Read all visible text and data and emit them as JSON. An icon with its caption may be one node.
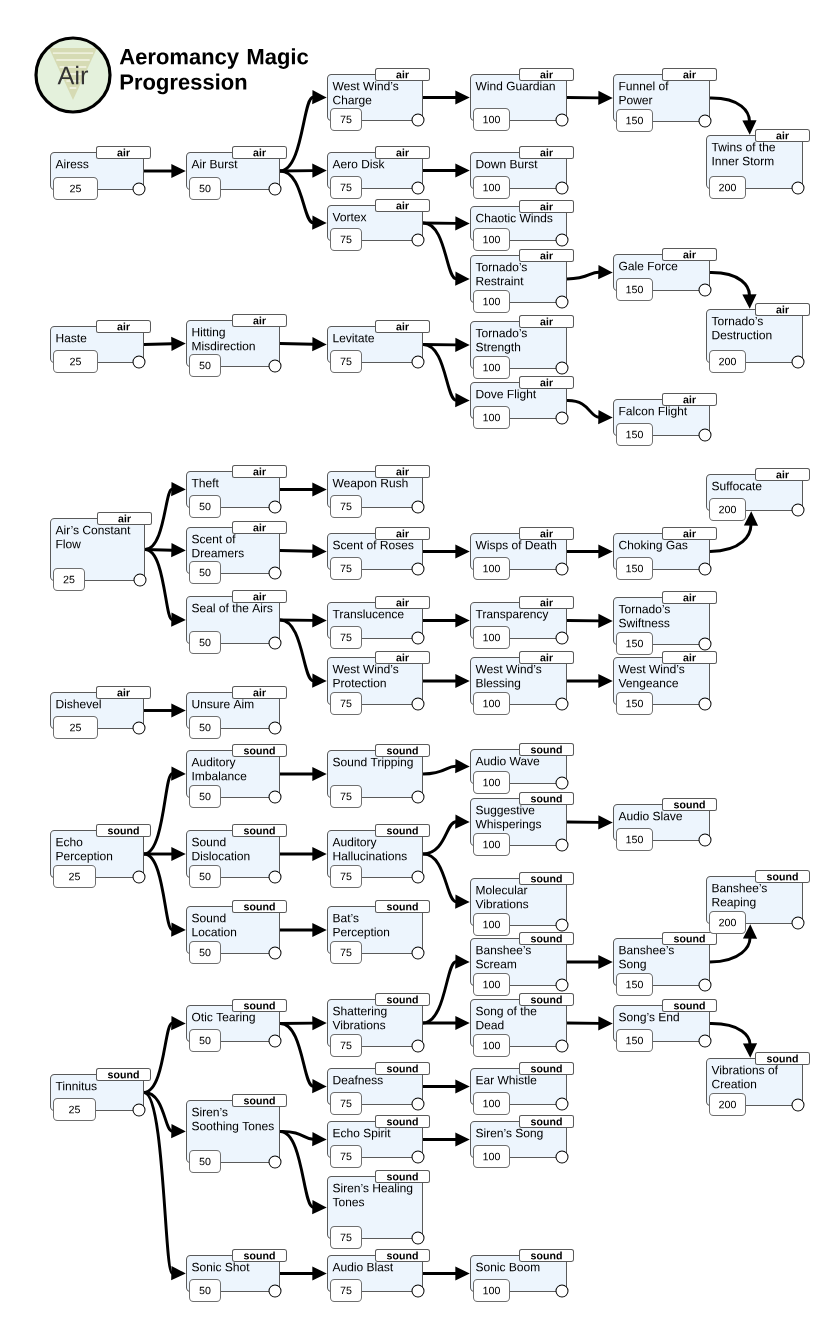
{
  "diagram": {
    "title": "Aeromancy Magic Progression",
    "nodes": [
      {
        "text": [
          "Air"
        ]
      },
      {
        "text": [
          "air",
          "Airess",
          "25"
        ]
      },
      {
        "text": [
          "air",
          "Air Burst",
          "50"
        ]
      },
      {
        "text": [
          "air",
          "West Wind’s Charge",
          "75"
        ]
      },
      {
        "text": [
          "air",
          "Aero Disk",
          "75"
        ]
      },
      {
        "text": [
          "air",
          "Vortex",
          "75"
        ]
      },
      {
        "text": [
          "air",
          "Wind Guardian",
          "100"
        ]
      },
      {
        "text": [
          "air",
          "Down Burst",
          "100"
        ]
      },
      {
        "text": [
          "air",
          "Chaotic Winds",
          "100"
        ]
      },
      {
        "text": [
          "air",
          "Tornado’s Restraint",
          "100"
        ]
      },
      {
        "text": [
          "air",
          "Funnel of Power",
          "150"
        ]
      },
      {
        "text": [
          "air",
          "Twins of the Inner Storm",
          "200"
        ]
      },
      {
        "text": [
          "air",
          "Gale Force",
          "150"
        ]
      },
      {
        "text": [
          "air",
          "Tornado’s Destruction",
          "200"
        ]
      },
      {
        "text": [
          "air",
          "Haste",
          "25"
        ]
      },
      {
        "text": [
          "air",
          "Hitting Misdirection",
          "50"
        ]
      },
      {
        "text": [
          "air",
          "Levitate",
          "75"
        ]
      },
      {
        "text": [
          "air",
          "Tornado’s Strength",
          "100"
        ]
      },
      {
        "text": [
          "air",
          "Dove Flight",
          "100"
        ]
      },
      {
        "text": [
          "air",
          "Falcon Flight",
          "150"
        ]
      },
      {
        "text": [
          "air",
          "Air’s Constant Flow",
          "25"
        ]
      },
      {
        "text": [
          "air",
          "Theft",
          "50"
        ]
      },
      {
        "text": [
          "air",
          "Weapon Rush",
          "75"
        ]
      },
      {
        "text": [
          "air",
          "Scent of Dreamers",
          "50"
        ]
      },
      {
        "text": [
          "air",
          "Scent of Roses",
          "75"
        ]
      },
      {
        "text": [
          "air",
          "Wisps of Death",
          "100"
        ]
      },
      {
        "text": [
          "air",
          "Choking Gas",
          "150"
        ]
      },
      {
        "text": [
          "air",
          "Suffocate",
          "200"
        ]
      },
      {
        "text": [
          "air",
          "Seal of the Airs",
          "50"
        ]
      },
      {
        "text": [
          "air",
          "Translucence",
          "75"
        ]
      },
      {
        "text": [
          "air",
          "Transparency",
          "100"
        ]
      },
      {
        "text": [
          "air",
          "Tornado’s Swiftness",
          "150"
        ]
      },
      {
        "text": [
          "air",
          "West Wind’s Protection",
          "75"
        ]
      },
      {
        "text": [
          "air",
          "West Wind’s Blessing",
          "100"
        ]
      },
      {
        "text": [
          "air",
          "West Wind’s Vengeance",
          "150"
        ]
      },
      {
        "text": [
          "air",
          "Dishevel",
          "25"
        ]
      },
      {
        "text": [
          "air",
          "Unsure Aim",
          "50"
        ]
      },
      {
        "text": [
          "sound",
          "Echo Perception",
          "25"
        ]
      },
      {
        "text": [
          "sound",
          "Auditory Imbalance",
          "50"
        ]
      },
      {
        "text": [
          "sound",
          "Sound Tripping",
          "75"
        ]
      },
      {
        "text": [
          "sound",
          "Audio Wave",
          "100"
        ]
      },
      {
        "text": [
          "sound",
          "Sound Dislocation",
          "50"
        ]
      },
      {
        "text": [
          "sound",
          "Auditory Hallucinations",
          "75"
        ]
      },
      {
        "text": [
          "sound",
          "Suggestive Whisperings",
          "100"
        ]
      },
      {
        "text": [
          "sound",
          "Audio Slave",
          "150"
        ]
      },
      {
        "text": [
          "sound",
          "Molecular Vibrations",
          "100"
        ]
      },
      {
        "text": [
          "sound",
          "Sound Location",
          "50"
        ]
      },
      {
        "text": [
          "sound",
          "Bat’s Perception",
          "75"
        ]
      },
      {
        "text": [
          "sound",
          "Tinnitus",
          "25"
        ]
      },
      {
        "text": [
          "sound",
          "Otic Tearing",
          "50"
        ]
      },
      {
        "text": [
          "sound",
          "Shattering Vibrations",
          "75"
        ]
      },
      {
        "text": [
          "sound",
          "Banshee’s Scream",
          "100"
        ]
      },
      {
        "text": [
          "sound",
          "Banshee’s Song",
          "150"
        ]
      },
      {
        "text": [
          "sound",
          "Banshee’s Reaping",
          "200"
        ]
      },
      {
        "text": [
          "sound",
          "Song of the Dead",
          "100"
        ]
      },
      {
        "text": [
          "sound",
          "Song’s End",
          "150"
        ]
      },
      {
        "text": [
          "sound",
          "Vibrations of Creation",
          "200"
        ]
      },
      {
        "text": [
          "sound",
          "Deafness",
          "75"
        ]
      },
      {
        "text": [
          "sound",
          "Ear Whistle",
          "100"
        ]
      },
      {
        "text": [
          "sound",
          "Siren’s Soothing Tones",
          "50"
        ]
      },
      {
        "text": [
          "sound",
          "Echo Spirit",
          "75"
        ]
      },
      {
        "text": [
          "sound",
          "Siren’s Song",
          "100"
        ]
      },
      {
        "text": [
          "sound",
          "Siren’s Healing Tones",
          "75"
        ]
      },
      {
        "text": [
          "sound",
          "Sonic Shot",
          "50"
        ]
      },
      {
        "text": [
          "sound",
          "Audio Blast",
          "75"
        ]
      },
      {
        "text": [
          "sound",
          "Sonic Boom",
          "100"
        ]
      }
    ],
    "edges": [
      {
        "from": 1,
        "to": 2,
        "arrow": "to"
      },
      {
        "from": 2,
        "to": 3,
        "arrow": "to"
      },
      {
        "from": 2,
        "to": 4,
        "arrow": "to"
      },
      {
        "from": 2,
        "to": 5,
        "arrow": "to"
      },
      {
        "from": 3,
        "to": 6,
        "arrow": "to"
      },
      {
        "from": 4,
        "to": 7,
        "arrow": "to"
      },
      {
        "from": 5,
        "to": 8,
        "arrow": "to"
      },
      {
        "from": 5,
        "to": 9,
        "arrow": "to"
      },
      {
        "from": 6,
        "to": 10,
        "arrow": "to"
      },
      {
        "from": 10,
        "to": 11,
        "arrow": "to"
      },
      {
        "from": 9,
        "to": 12,
        "arrow": "to"
      },
      {
        "from": 12,
        "to": 13,
        "arrow": "to"
      },
      {
        "from": 14,
        "to": 15,
        "arrow": "to"
      },
      {
        "from": 15,
        "to": 16,
        "arrow": "to"
      },
      {
        "from": 16,
        "to": 17,
        "arrow": "to"
      },
      {
        "from": 16,
        "to": 18,
        "arrow": "to"
      },
      {
        "from": 18,
        "to": 19,
        "arrow": "to"
      },
      {
        "from": 20,
        "to": 21,
        "arrow": "to"
      },
      {
        "from": 21,
        "to": 22,
        "arrow": "to"
      },
      {
        "from": 20,
        "to": 23,
        "arrow": "to"
      },
      {
        "from": 23,
        "to": 24,
        "arrow": "to"
      },
      {
        "from": 24,
        "to": 25,
        "arrow": "to"
      },
      {
        "from": 25,
        "to": 26,
        "arrow": "to"
      },
      {
        "from": 26,
        "to": 27,
        "arrow": "to"
      },
      {
        "from": 20,
        "to": 28,
        "arrow": "to"
      },
      {
        "from": 28,
        "to": 29,
        "arrow": "to"
      },
      {
        "from": 29,
        "to": 30,
        "arrow": "to"
      },
      {
        "from": 30,
        "to": 31,
        "arrow": "to"
      },
      {
        "from": 28,
        "to": 32,
        "arrow": "to"
      },
      {
        "from": 32,
        "to": 33,
        "arrow": "to"
      },
      {
        "from": 33,
        "to": 34,
        "arrow": "to"
      },
      {
        "from": 35,
        "to": 36,
        "arrow": "to"
      },
      {
        "from": 37,
        "to": 38,
        "arrow": "to"
      },
      {
        "from": 38,
        "to": 39,
        "arrow": "to"
      },
      {
        "from": 39,
        "to": 40,
        "arrow": "to"
      },
      {
        "from": 37,
        "to": 41,
        "arrow": "to"
      },
      {
        "from": 41,
        "to": 42,
        "arrow": "to"
      },
      {
        "from": 42,
        "to": 43,
        "arrow": "to"
      },
      {
        "from": 43,
        "to": 44,
        "arrow": "to"
      },
      {
        "from": 42,
        "to": 45,
        "arrow": "to"
      },
      {
        "from": 37,
        "to": 46,
        "arrow": "to"
      },
      {
        "from": 46,
        "to": 47,
        "arrow": "to"
      },
      {
        "from": 48,
        "to": 49,
        "arrow": "to"
      },
      {
        "from": 49,
        "to": 50,
        "arrow": "to"
      },
      {
        "from": 50,
        "to": 51,
        "arrow": "to"
      },
      {
        "from": 51,
        "to": 52,
        "arrow": "to"
      },
      {
        "from": 52,
        "to": 53,
        "arrow": "to"
      },
      {
        "from": 50,
        "to": 54,
        "arrow": "to"
      },
      {
        "from": 54,
        "to": 55,
        "arrow": "to"
      },
      {
        "from": 55,
        "to": 56,
        "arrow": "to"
      },
      {
        "from": 49,
        "to": 57,
        "arrow": "to"
      },
      {
        "from": 57,
        "to": 58,
        "arrow": "to"
      },
      {
        "from": 48,
        "to": 59,
        "arrow": "to"
      },
      {
        "from": 59,
        "to": 60,
        "arrow": "to"
      },
      {
        "from": 60,
        "to": 61,
        "arrow": "to"
      },
      {
        "from": 59,
        "to": 62,
        "arrow": "to"
      },
      {
        "from": 48,
        "to": 63,
        "arrow": "to"
      },
      {
        "from": 63,
        "to": 64,
        "arrow": "to"
      },
      {
        "from": 64,
        "to": 65,
        "arrow": "to"
      }
    ]
  }
}
